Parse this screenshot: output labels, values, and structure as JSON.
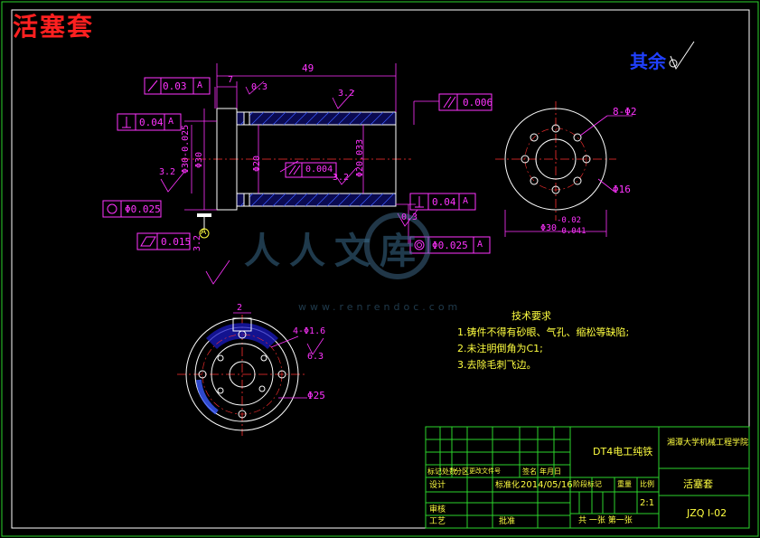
{
  "drawing": {
    "title": "活塞套",
    "rest_roughness": "其余",
    "dims": {
      "overall_len": "49",
      "chamfer_left": "7",
      "roughness_top": "3.2",
      "roughness_left": "3.2",
      "roughness_mid": "3.2",
      "roughness_bot": "3.2",
      "roughness_hole": "6.3",
      "gdt_runout": "0.03",
      "gdt_runout_ref": "A",
      "gdt_cyl_top": "0.006",
      "gdt_perp_left": "0.04",
      "gdt_perp_left_ref": "A",
      "gdt_perp_right": "0.04",
      "gdt_perp_right_ref": "A",
      "gdt_cyl_inner": "0.004",
      "gdt_pos_left": "Φ0.025",
      "gdt_flat": "0.015",
      "gdt_conc": "Φ0.025",
      "gdt_conc_ref": "A",
      "hole_spec": "8-Φ2",
      "dia_16": "Φ16",
      "dia_30": "Φ30",
      "dia_30_tol_up": "-0.02",
      "dia_30_tol_lo": "-0.041",
      "dia_25": "Φ25",
      "holes_4": "4-Φ1.6",
      "width_2": "2",
      "datum": "A",
      "dia_left_1": "Φ30-0.025",
      "dia_left_2": "Φ20",
      "dia_left_3": "Φ30",
      "dia_right": "Φ20.033",
      "thick_03": "0.3",
      "thick_03b": "0.3"
    },
    "notes": {
      "heading": "技术要求",
      "items": [
        "1.铸件不得有砂眼、气孔、缩松等缺陷;",
        "2.未注明倒角为C1;",
        "3.去除毛刺飞边。"
      ]
    },
    "title_block": {
      "project": "DT4电工纯铁",
      "school": "湘潭大学机械工程学院",
      "part_name": "活塞套",
      "drawing_no": "JZQ I-02",
      "scale": "2:1",
      "date": "2014/05/16",
      "sheet": "共 一张 第一张",
      "row_labels": [
        "标记",
        "处数",
        "分区",
        "更改文件号",
        "签名",
        "年月日"
      ],
      "design": "设计",
      "standard": "标准化",
      "review": "审核",
      "process": "工艺",
      "approve": "批准",
      "stage": "阶段标记",
      "weight": "重量",
      "ratio": "比例"
    },
    "watermark": {
      "text": "人人文库",
      "url": "www.renrendoc.com"
    }
  }
}
